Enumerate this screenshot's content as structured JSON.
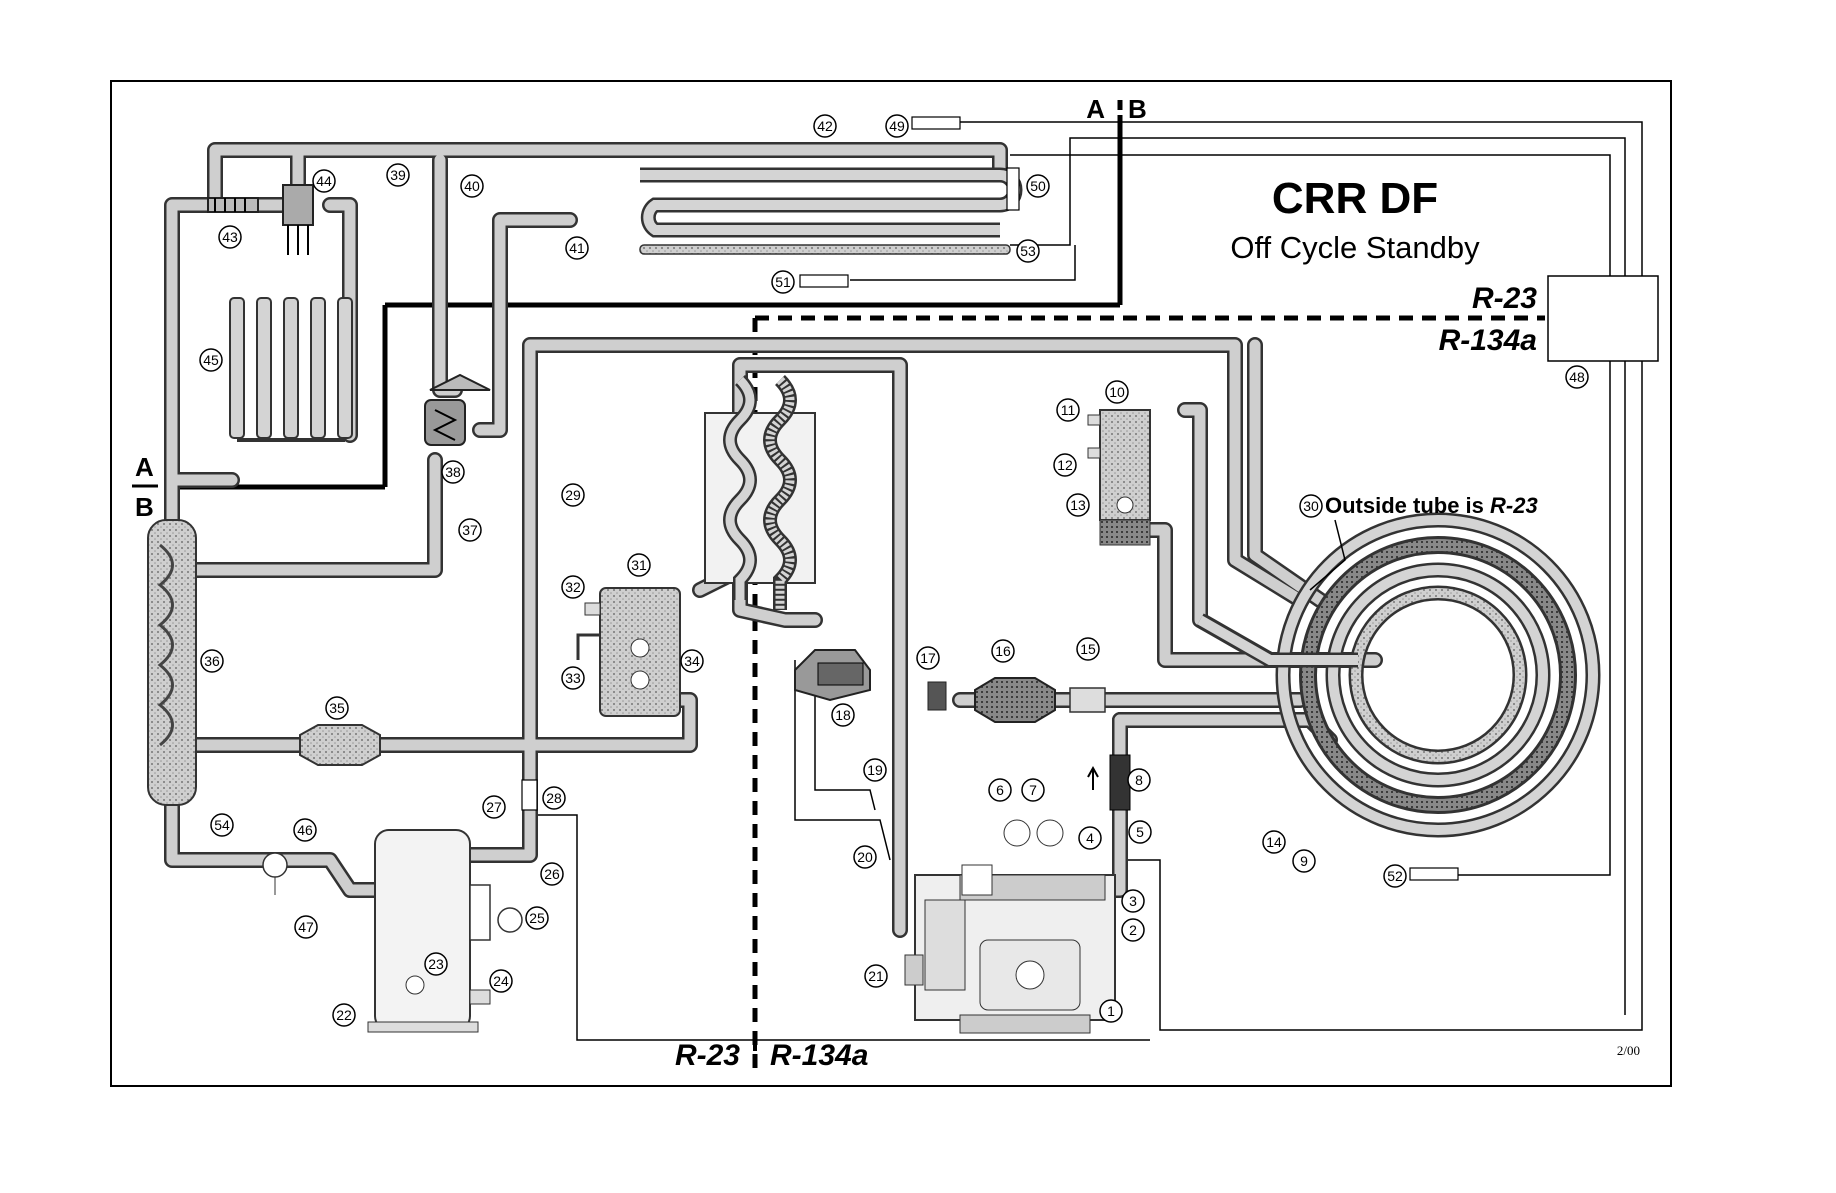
{
  "title": "CRR DF",
  "subtitle": "Off Cycle Standby",
  "refrigerant_box": {
    "upper": "R-23",
    "lower": "R-134a"
  },
  "bottom_split": {
    "left": "R-23",
    "right": "R-134a"
  },
  "section_markers": {
    "top_a": "A",
    "top_b": "B",
    "left_a": "A",
    "left_b": "B"
  },
  "coil_annotation": {
    "prefix": "Outside tube is ",
    "emph": "R-23"
  },
  "date_code": "2/00",
  "callouts": [
    "1",
    "2",
    "3",
    "4",
    "5",
    "6",
    "7",
    "8",
    "9",
    "10",
    "11",
    "12",
    "13",
    "14",
    "15",
    "16",
    "17",
    "18",
    "19",
    "20",
    "21",
    "22",
    "23",
    "24",
    "25",
    "26",
    "27",
    "28",
    "29",
    "30",
    "31",
    "32",
    "33",
    "34",
    "35",
    "36",
    "37",
    "38",
    "39",
    "40",
    "41",
    "42",
    "43",
    "44",
    "45",
    "46",
    "47",
    "48",
    "49",
    "50",
    "51",
    "52",
    "53",
    "54"
  ],
  "colors": {
    "tube_fill": "#d4d4d4",
    "tube_edge": "#333333",
    "line": "#000000",
    "stipple": "#bdbdbd",
    "dark_tube": "#555555"
  }
}
